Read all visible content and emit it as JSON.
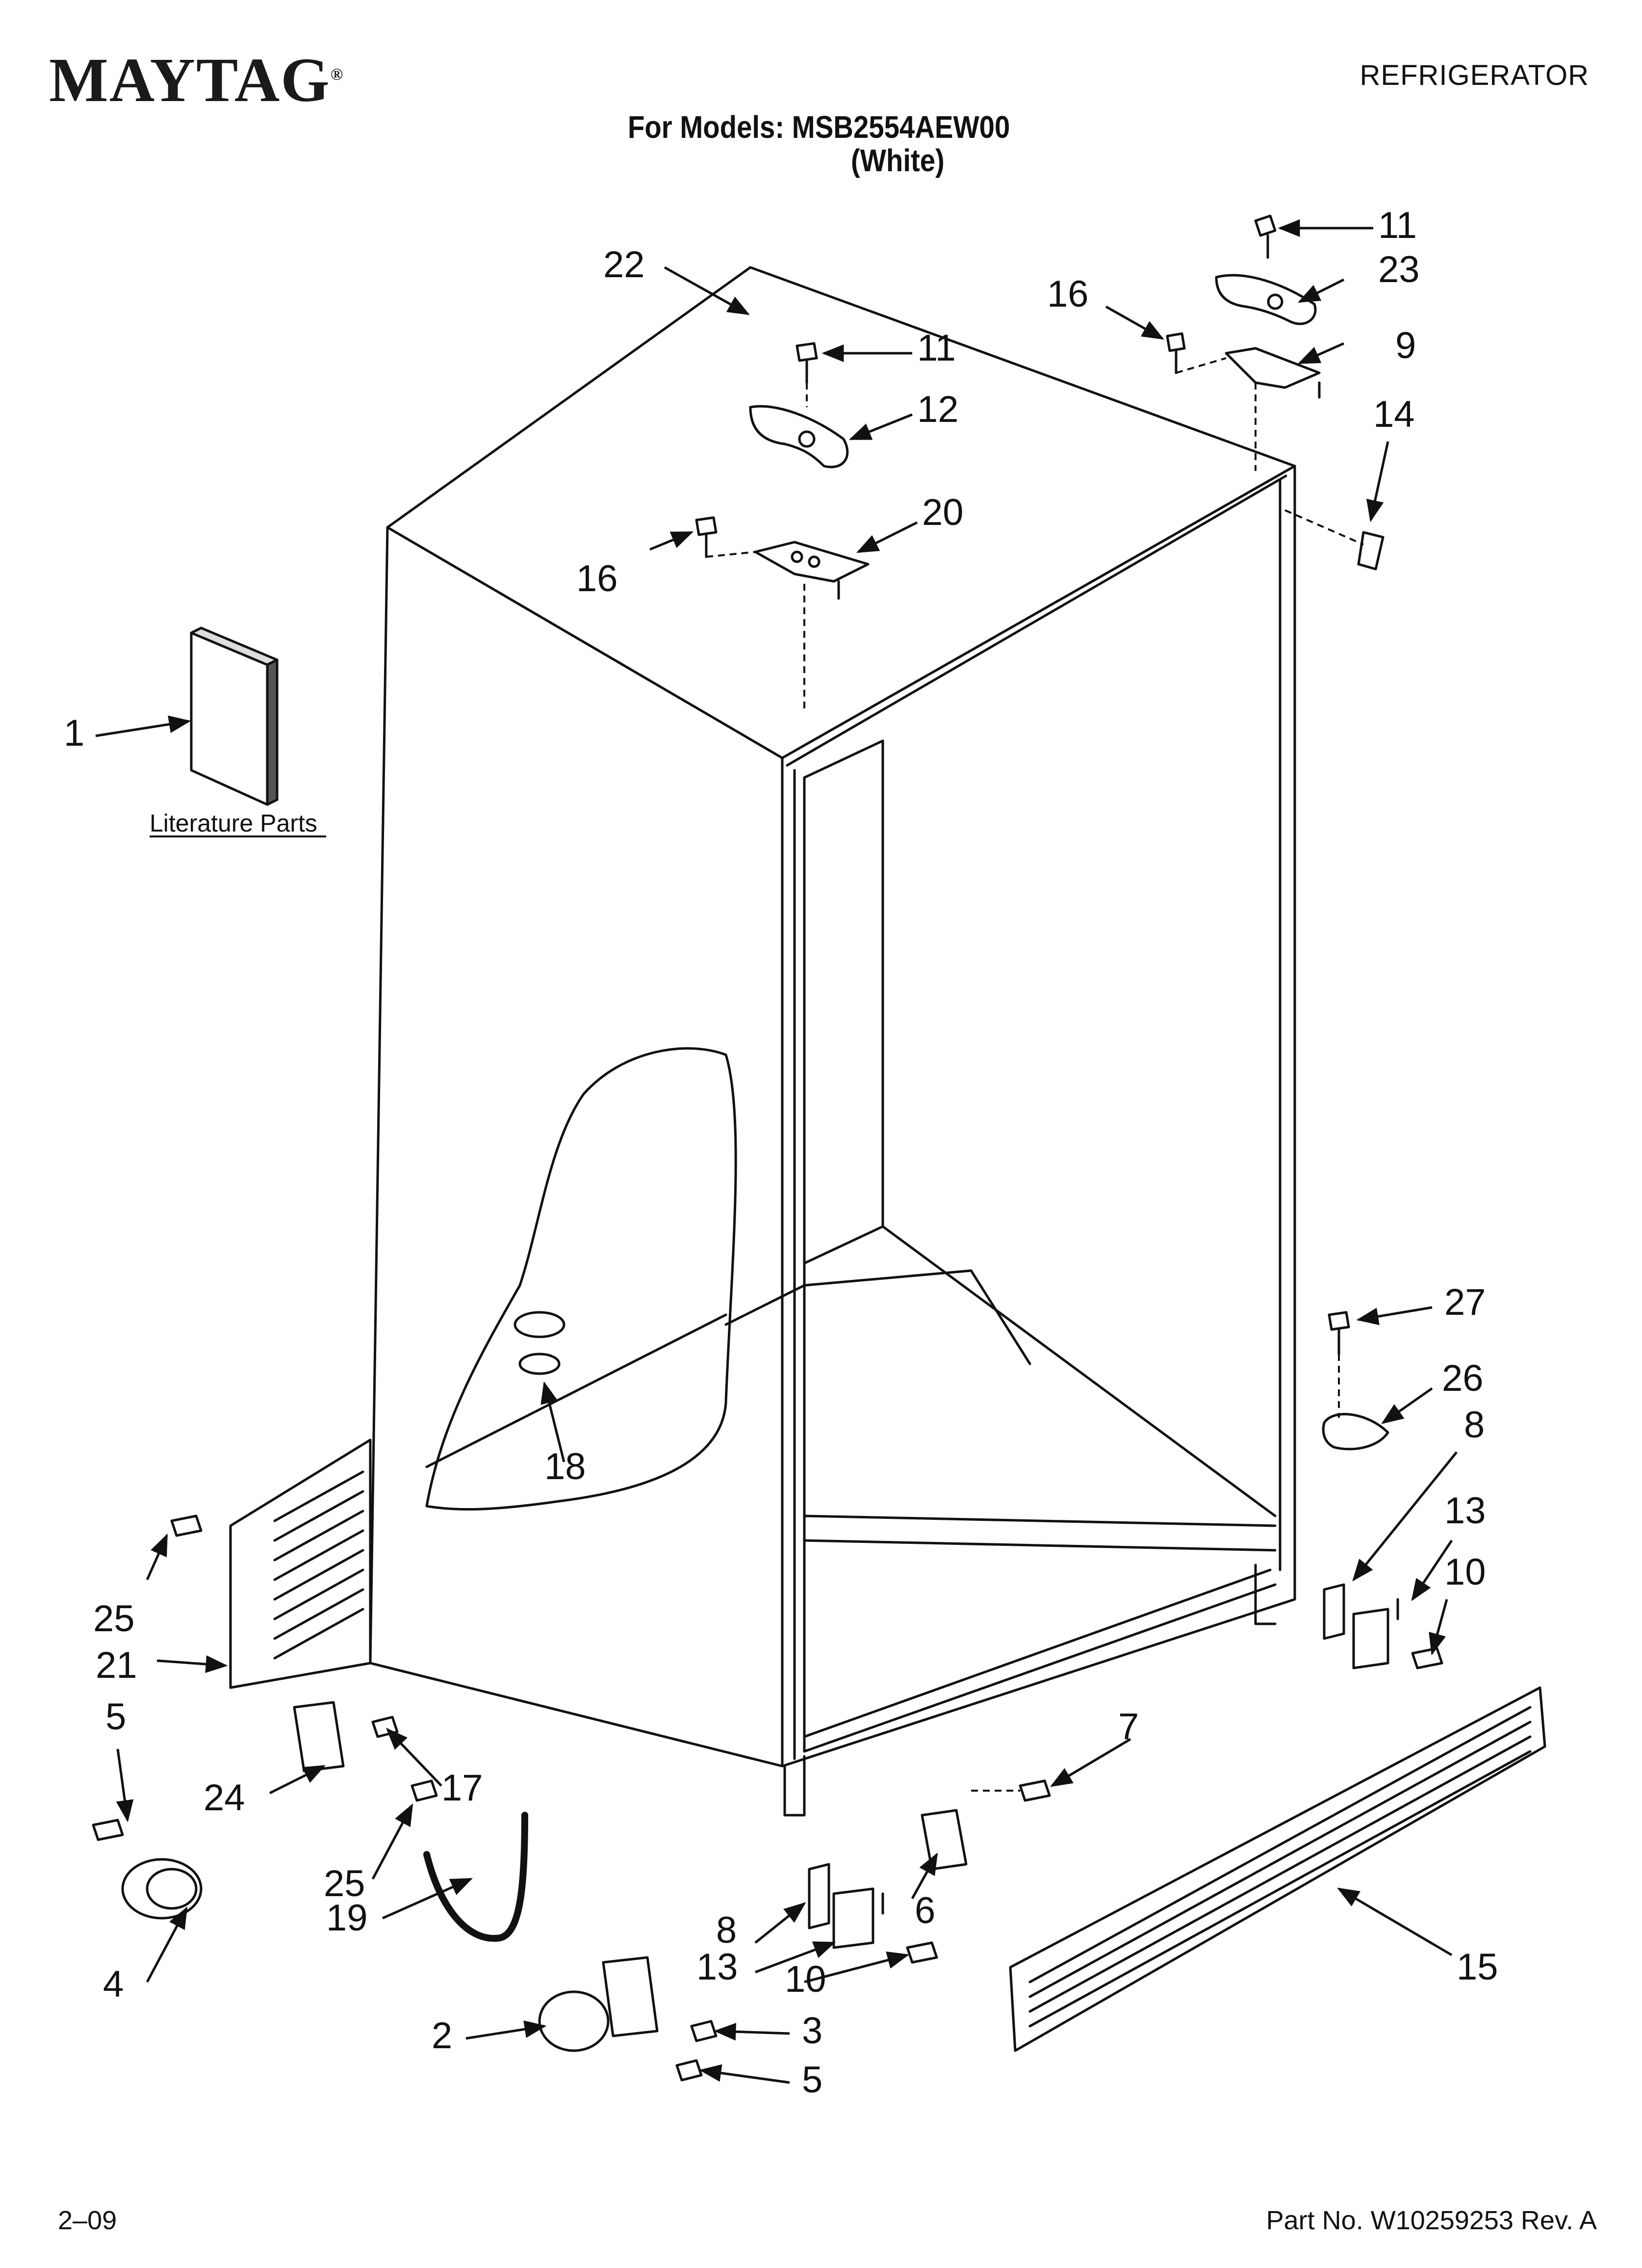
{
  "header": {
    "brand": "MAYTAG",
    "brand_mark": "®",
    "doc_type": "REFRIGERATOR",
    "models_line": "For Models: MSB2554AEW00",
    "color_line": "(White)"
  },
  "diagram": {
    "literature_label": "Literature Parts",
    "callouts": [
      "1",
      "2",
      "3",
      "4",
      "5",
      "5",
      "6",
      "7",
      "8",
      "8",
      "9",
      "10",
      "10",
      "11",
      "11",
      "12",
      "13",
      "13",
      "14",
      "15",
      "16",
      "16",
      "17",
      "18",
      "19",
      "20",
      "21",
      "22",
      "23",
      "24",
      "25",
      "25",
      "26",
      "27"
    ]
  },
  "footer": {
    "date": "2–09",
    "part_no": "Part No. W10259253 Rev. A"
  }
}
